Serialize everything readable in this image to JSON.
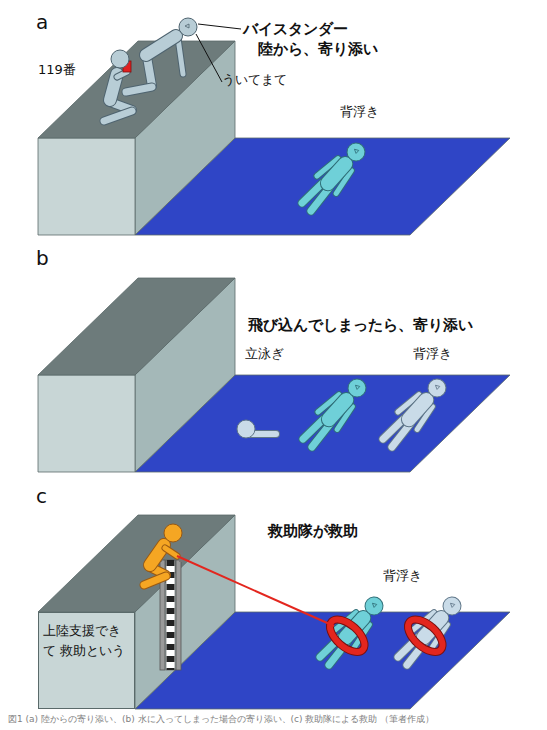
{
  "diagram": {
    "caption": "図1 (a) 陸からの寄り添い、(b) 水に入ってしまった場合の寄り添い、(c) 救助隊による救助 （筆者作成）",
    "nodes": [
      {
        "text": [
          "上陸支援できて 救助という"
        ]
      }
    ],
    "labels": [
      "a",
      "119番",
      "バイスタンダー",
      "陸から、寄り添い",
      "ういてまて",
      "背浮き",
      "b",
      "飛び込んでしまったら、寄り添い",
      "立泳ぎ",
      "背浮き",
      "c",
      "救助隊が救助",
      "背浮き"
    ]
  }
}
